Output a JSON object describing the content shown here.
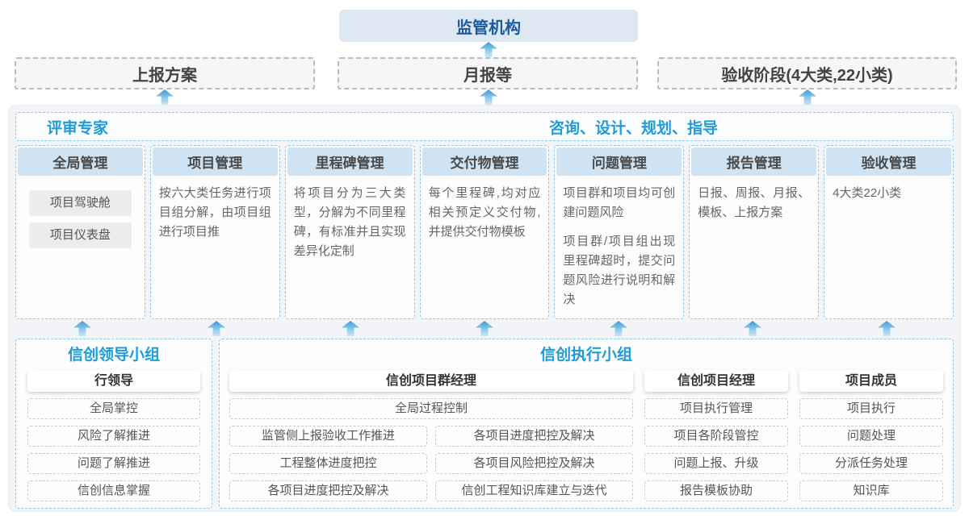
{
  "colors": {
    "accent_blue": "#1e9cd7",
    "regulator_bg": "#dee8f3",
    "regulator_text": "#1c5b9b",
    "panel_bg": "#f2f4f7",
    "column_header_bg": "#cfe3f2",
    "dashed_blue_border": "#8ac6e9",
    "arrow_blue": "#3b9bd8"
  },
  "top": {
    "regulator_label": "监管机构",
    "channels": [
      {
        "label": "上报方案"
      },
      {
        "label": "月报等"
      },
      {
        "label": "验收阶段(4大类,22小类)"
      }
    ]
  },
  "main": {
    "experts_label": "评审专家",
    "consult_label": "咨询、设计、规划、指导",
    "columns": [
      {
        "title": "全局管理",
        "boxes": [
          "项目驾驶舱",
          "项目仪表盘"
        ]
      },
      {
        "title": "项目管理",
        "text": "按六大类任务进行项目组分解，由项目组进行项目推"
      },
      {
        "title": "里程碑管理",
        "text": "将项目分为三大类型，分解为不同里程碑，有标准并且实现差异化定制"
      },
      {
        "title": "交付物管理",
        "text": "每个里程碑,均对应相关预定义交付物,并提供交付物模板"
      },
      {
        "title": "问题管理",
        "paragraphs": [
          "项目群和项目均可创建问题风险",
          "项目群/项目组出现里程碑超时，提交问题风险进行说明和解决"
        ]
      },
      {
        "title": "报告管理",
        "text": "日报、周报、月报、模板、上报方案"
      },
      {
        "title": "验收管理",
        "text": "4大类22小类"
      }
    ]
  },
  "bottom": {
    "leader_group": {
      "title": "信创领导小组",
      "role": "行领导",
      "items": [
        "全局掌控",
        "风险了解推进",
        "问题了解推进",
        "信创信息掌握"
      ]
    },
    "exec_group": {
      "title": "信创执行小组",
      "program_manager": {
        "role": "信创项目群经理",
        "full_item": "全局过程控制",
        "left_items": [
          "监管侧上报验收工作推进",
          "工程整体进度把控",
          "各项目进度把控及解决"
        ],
        "right_items": [
          "各项目进度把控及解决",
          "各项目风险把控及解决",
          "信创工程知识库建立与迭代"
        ]
      },
      "project_manager": {
        "role": "信创项目经理",
        "items": [
          "项目执行管理",
          "项目各阶段管控",
          "问题上报、升级",
          "报告模板协助"
        ]
      },
      "member": {
        "role": "项目成员",
        "items": [
          "项目执行",
          "问题处理",
          "分派任务处理",
          "知识库"
        ]
      }
    }
  }
}
